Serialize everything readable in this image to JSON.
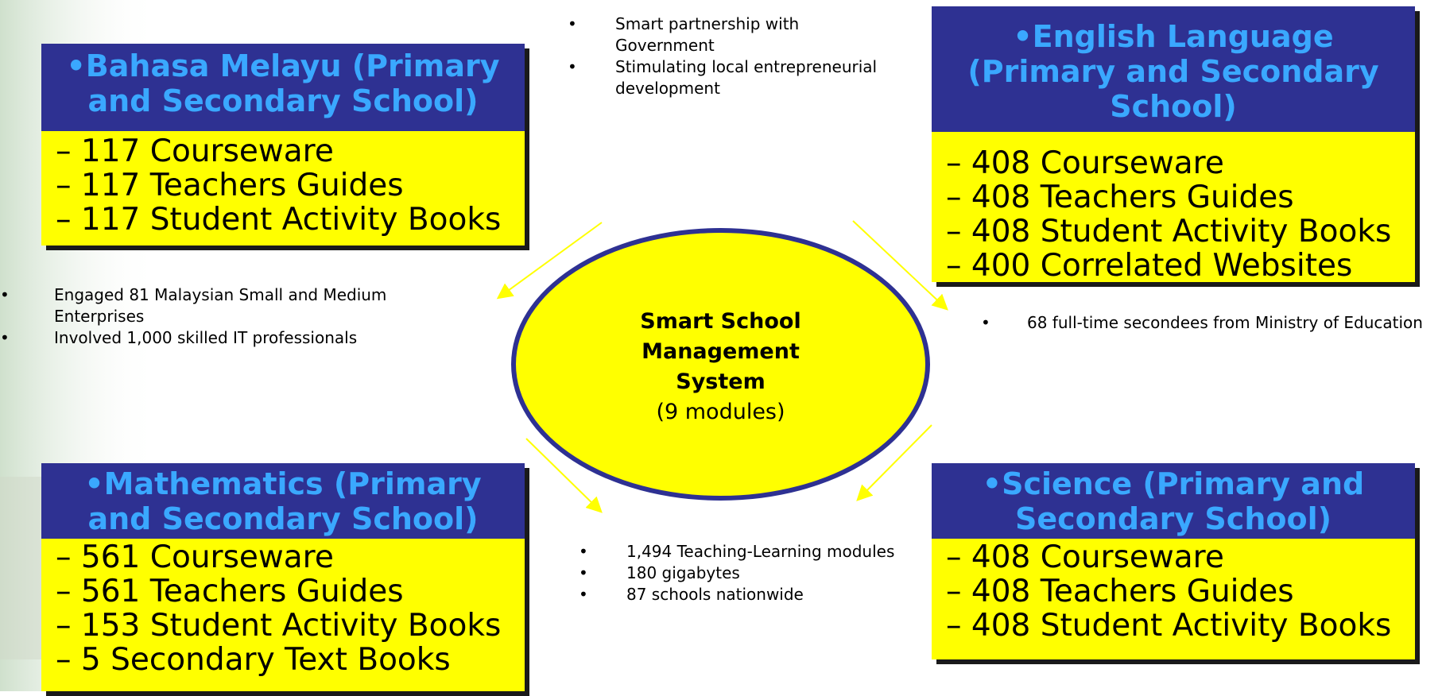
{
  "boxes": {
    "bahasa": {
      "title": "•Bahasa Melayu (Primary and Secondary School)",
      "items": [
        "– 117 Courseware",
        "– 117 Teachers Guides",
        "– 117 Student Activity Books"
      ]
    },
    "english": {
      "title": "•English Language (Primary and Secondary School)",
      "items": [
        "– 408 Courseware",
        "– 408 Teachers Guides",
        "– 408 Student Activity Books",
        "– 400 Correlated Websites"
      ]
    },
    "math": {
      "title": "•Mathematics (Primary and Secondary School)",
      "items": [
        "– 561 Courseware",
        "– 561 Teachers Guides",
        "– 153 Student Activity Books",
        "– 5 Secondary Text Books"
      ]
    },
    "science": {
      "title": "•Science (Primary and Secondary School)",
      "items": [
        "– 408 Courseware",
        "– 408 Teachers Guides",
        "– 408 Student Activity Books"
      ]
    }
  },
  "notes": {
    "top": [
      "Smart partnership with Government",
      "Stimulating local entrepreneurial development"
    ],
    "left": [
      "Engaged 81 Malaysian Small and Medium Enterprises",
      "Involved 1,000 skilled IT professionals"
    ],
    "right": [
      "68 full-time secondees from Ministry of Education"
    ],
    "bottom": [
      "1,494 Teaching-Learning modules",
      "180 gigabytes",
      "87 schools nationwide"
    ]
  },
  "center": {
    "title": "Smart School Management System",
    "subtitle": "(9 modules)"
  },
  "colors": {
    "header_bg": "#2e3192",
    "header_text": "#3aa8ff",
    "body_bg": "#ffff00",
    "arrow": "#ffff00"
  }
}
